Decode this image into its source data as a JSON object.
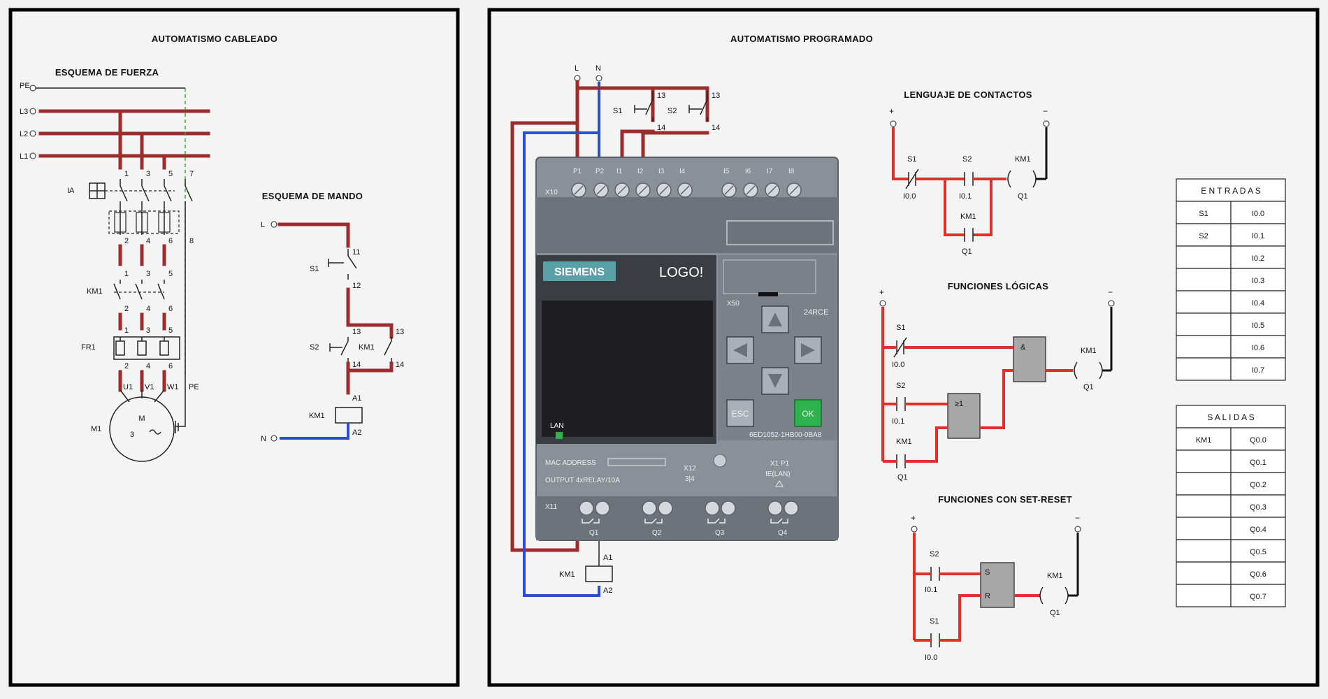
{
  "left_panel": {
    "title": "AUTOMATISMO CABLEADO",
    "power_title": "ESQUEMA DE FUERZA",
    "control_title": "ESQUEMA DE MANDO",
    "power_lines": [
      "PE",
      "L3",
      "L2",
      "L1"
    ],
    "terminals_top": [
      "1",
      "3",
      "5",
      "7"
    ],
    "terminals_breaker_out": [
      "2",
      "4",
      "6",
      "8"
    ],
    "terminals_km_in": [
      "1",
      "3",
      "5"
    ],
    "terminals_km_out": [
      "2",
      "4",
      "6"
    ],
    "terminals_fr_in": [
      "1",
      "3",
      "5"
    ],
    "terminals_fr_out": [
      "2",
      "4",
      "6"
    ],
    "motor_terminals": [
      "U1",
      "V1",
      "W1",
      "PE"
    ],
    "breaker_label": "IA",
    "contactor_label": "KM1",
    "relay_label": "FR1",
    "motor_label": "M1",
    "motor_symbol": "M",
    "motor_phases": "3",
    "control": {
      "line_label": "L",
      "neutral_label": "N",
      "s1": "S1",
      "s1_top": "11",
      "s1_bottom": "12",
      "s2": "S2",
      "km1_contact": "KM1",
      "t13a": "13",
      "t13b": "13",
      "t14a": "14",
      "t14b": "14",
      "coil": "KM1",
      "a1": "A1",
      "a2": "A2"
    }
  },
  "right_panel": {
    "title": "AUTOMATISMO PROGRAMADO",
    "wiring": {
      "l": "L",
      "n": "N",
      "s1": "S1",
      "s2": "S2",
      "s1_top": "13",
      "s2_top": "13",
      "s1_bottom": "14",
      "s2_bottom": "14",
      "coil": "KM1",
      "a1": "A1",
      "a2": "A2"
    },
    "plc": {
      "x10": "X10",
      "inputs": [
        "P1",
        "P2",
        "I1",
        "I2",
        "I3",
        "I4",
        "I5",
        "I6",
        "I7",
        "I8"
      ],
      "brand": "SIEMENS",
      "model": "LOGO!",
      "x50": "X50",
      "variant": "24RCE",
      "lan": "LAN",
      "esc": "ESC",
      "ok": "OK",
      "order": "6ED1052-1HB00-0BA8",
      "mac": "MAC ADDRESS",
      "output_desc": "OUTPUT 4xRELAY/10A",
      "x12": "X12",
      "x12_sub": "3|4",
      "x1p1": "X1 P1",
      "ie": "IE(LAN)",
      "x11": "X11",
      "outputs": [
        "Q1",
        "Q2",
        "Q3",
        "Q4"
      ]
    },
    "ladder": {
      "title": "LENGUAJE DE CONTACTOS",
      "plus": "+",
      "minus": "−",
      "s1": "S1",
      "s1_addr": "I0.0",
      "s2": "S2",
      "s2_addr": "I0.1",
      "km1": "KM1",
      "km1_addr": "Q1",
      "coil": "KM1",
      "coil_addr": "Q1"
    },
    "logic": {
      "title": "FUNCIONES LÓGICAS",
      "plus": "+",
      "minus": "−",
      "s1": "S1",
      "s1_addr": "I0.0",
      "s2": "S2",
      "s2_addr": "I0.1",
      "km1": "KM1",
      "km1_addr": "Q1",
      "and_gate": "&",
      "or_gate": "≥1",
      "coil": "KM1",
      "coil_addr": "Q1"
    },
    "setreset": {
      "title": "FUNCIONES CON SET-RESET",
      "plus": "+",
      "minus": "−",
      "s2": "S2",
      "s2_addr": "I0.1",
      "s1": "S1",
      "s1_addr": "I0.0",
      "set": "S",
      "reset": "R",
      "coil": "KM1",
      "coil_addr": "Q1"
    },
    "inputs_table": {
      "header": "E N T R A D A S",
      "rows": [
        [
          "S1",
          "I0.0"
        ],
        [
          "S2",
          "I0.1"
        ],
        [
          "",
          "I0.2"
        ],
        [
          "",
          "I0.3"
        ],
        [
          "",
          "I0.4"
        ],
        [
          "",
          "I0.5"
        ],
        [
          "",
          "I0.6"
        ],
        [
          "",
          "I0.7"
        ]
      ]
    },
    "outputs_table": {
      "header": "S A L I D A S",
      "rows": [
        [
          "KM1",
          "Q0.0"
        ],
        [
          "",
          "Q0.1"
        ],
        [
          "",
          "Q0.2"
        ],
        [
          "",
          "Q0.3"
        ],
        [
          "",
          "Q0.4"
        ],
        [
          "",
          "Q0.5"
        ],
        [
          "",
          "Q0.6"
        ],
        [
          "",
          "Q0.7"
        ]
      ]
    }
  },
  "colors": {
    "power_wire": "#9b2d2d",
    "neutral_wire": "#2a4fd0",
    "logic_wire": "#e0302a",
    "ground_dash": "#3aa03a",
    "plc_body": "#8a9097",
    "ok_key": "#2fb34f"
  }
}
